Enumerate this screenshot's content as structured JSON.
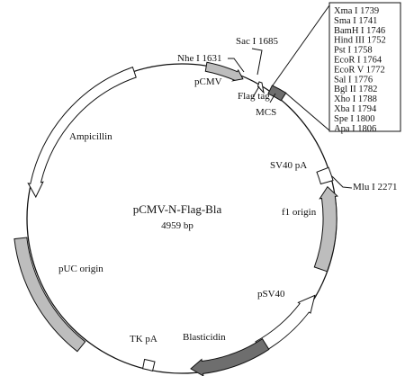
{
  "plasmid": {
    "name": "pCMV-N-Flag-Bla",
    "size": "4959 bp"
  },
  "features": {
    "pcmv": "pCMV",
    "flag_tag": "Flag tag",
    "mcs": "MCS",
    "ampicillin": "Ampicillin",
    "sv40_pa": "SV40 pA",
    "f1_origin": "f1 origin",
    "puc_origin": "pUC origin",
    "psv40": "pSV40",
    "blasticidin": "Blasticidin",
    "tk_pa": "TK pA"
  },
  "sites": {
    "nhe1": "Nhe I 1631",
    "sac1": "Sac I 1685",
    "mlu1": "Mlu I 2271"
  },
  "mcs_sites": [
    "Xma I 1739",
    "Sma I 1741",
    "BamH I 1746",
    "Hind III 1752",
    "Pst I 1758",
    "EcoR I 1764",
    "EcoR V 1772",
    "Sal I 1776",
    "Bgl II 1782",
    "Xho I 1788",
    "Xba I 1794",
    "Spe I 1800",
    "Apa I 1806"
  ]
}
